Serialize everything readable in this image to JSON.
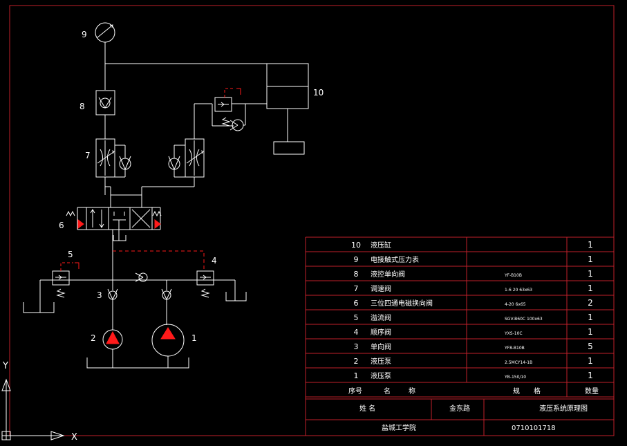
{
  "colors": {
    "background": "#000000",
    "line": "#ffffff",
    "frame": "#c0202a",
    "accent": "#ff1a1a",
    "text": "#ffffff"
  },
  "component_numbers": {
    "n1": "1",
    "n2": "2",
    "n3": "3",
    "n4": "4",
    "n5": "5",
    "n6": "6",
    "n7": "7",
    "n8": "8",
    "n9": "9",
    "n10": "10"
  },
  "parts_table": {
    "rows": [
      {
        "no": "10",
        "name": "液压缸",
        "spec": "",
        "qty": "1"
      },
      {
        "no": "9",
        "name": "电接触式压力表",
        "spec": "",
        "qty": "1"
      },
      {
        "no": "8",
        "name": "液控单向阀",
        "spec": "YF-B10B",
        "qty": "1"
      },
      {
        "no": "7",
        "name": "调速阀",
        "spec": "1-6 20 63x63",
        "qty": "1"
      },
      {
        "no": "6",
        "name": "三位四通电磁换向阀",
        "spec": "4-20 6x65",
        "qty": "2"
      },
      {
        "no": "5",
        "name": "溢流阀",
        "spec": "SGV-B60C 100x63",
        "qty": "1"
      },
      {
        "no": "4",
        "name": "顺序阀",
        "spec": "YXS-10C",
        "qty": "1"
      },
      {
        "no": "3",
        "name": "单向阀",
        "spec": "YF8-B10B",
        "qty": "5"
      },
      {
        "no": "2",
        "name": "液压泵",
        "spec": "2.5MCY14-1B",
        "qty": "1"
      },
      {
        "no": "1",
        "name": "液压泵",
        "spec": "YB-150/10",
        "qty": "1"
      }
    ],
    "header": {
      "no": "序号",
      "name_a": "名",
      "name_b": "称",
      "spec_a": "规",
      "spec_b": "格",
      "qty": "数量"
    }
  },
  "title_block": {
    "name_label": "姓  名",
    "name_value": "金东路",
    "drawing_title": "液压系统原理图",
    "school": "盐城工学院",
    "student_id": "0710101718"
  },
  "ucs": {
    "y_label": "Y",
    "x_label": "X"
  }
}
